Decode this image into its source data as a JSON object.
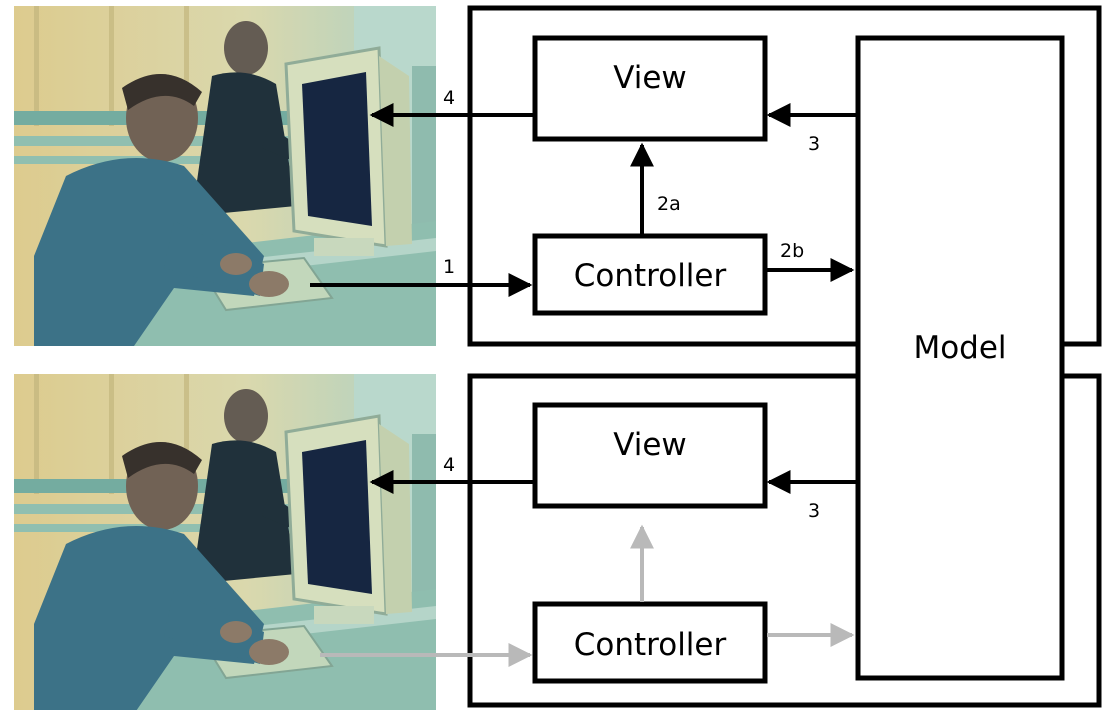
{
  "top": {
    "view_label": "View",
    "controller_label": "Controller",
    "steps": {
      "s1": "1",
      "s2a": "2a",
      "s2b": "2b",
      "s3": "3",
      "s4": "4"
    }
  },
  "bottom": {
    "view_label": "View",
    "controller_label": "Controller",
    "steps": {
      "s3": "3",
      "s4": "4"
    }
  },
  "model_label": "Model",
  "colors": {
    "active_arrow": "#000000",
    "inactive_arrow": "#b9b9b9",
    "photo_tint": "#5f9a97",
    "photo_highlight": "#f2dc9a"
  },
  "photos": [
    "users-at-computer-photo",
    "users-at-computer-photo"
  ]
}
